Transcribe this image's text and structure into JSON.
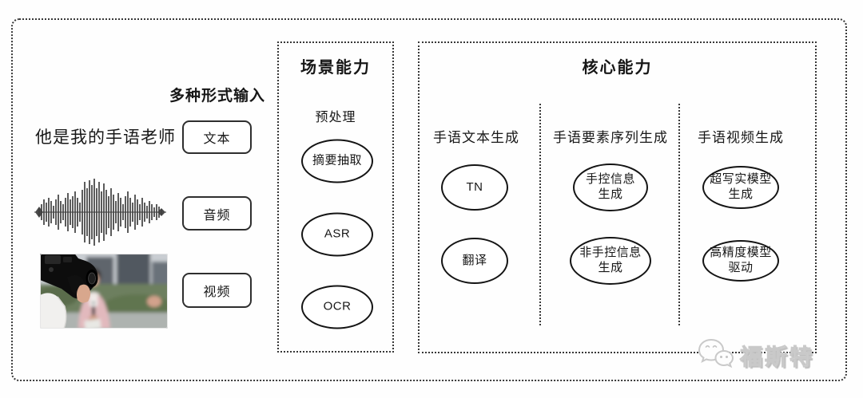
{
  "input_section": {
    "heading": "多种形式输入",
    "sample_text": "他是我的手语老师",
    "items": [
      {
        "label": "文本"
      },
      {
        "label": "音频"
      },
      {
        "label": "视频"
      }
    ]
  },
  "scene_box": {
    "title": "场景能力",
    "subtitle": "预处理",
    "nodes": [
      {
        "label": "摘要抽取"
      },
      {
        "label": "ASR"
      },
      {
        "label": "OCR"
      }
    ]
  },
  "core_box": {
    "title": "核心能力",
    "columns": [
      {
        "header": "手语文本生成",
        "nodes": [
          {
            "label": "TN"
          },
          {
            "label": "翻译"
          }
        ]
      },
      {
        "header": "手语要素序列生成",
        "nodes": [
          {
            "label": "手控信息\n生成"
          },
          {
            "label": "非手控信息\n生成"
          }
        ]
      },
      {
        "header": "手语视频生成",
        "nodes": [
          {
            "label": "超写实模型\n生成"
          },
          {
            "label": "高精度模型\n驱动"
          }
        ]
      }
    ]
  },
  "watermark": {
    "text": "福斯特",
    "icon": "wechat-bubbles-icon"
  },
  "colors": {
    "border": "#383838",
    "text": "#171717",
    "watermark_gray": "#c9c9c9"
  }
}
